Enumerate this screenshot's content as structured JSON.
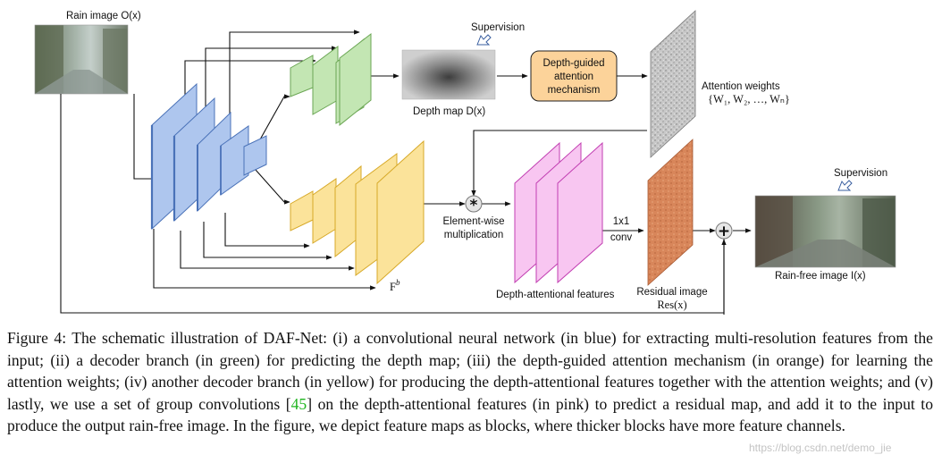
{
  "diagram": {
    "rain_image_label": "Rain image O(x)",
    "supervision_label_top": "Supervision",
    "depth_map_label": "Depth map D(x)",
    "attention_mechanism_lines": [
      "Depth-guided",
      "attention",
      "mechanism"
    ],
    "attention_weights_lines": [
      "Attention weights",
      "{W₁, W₂, …, Wₙ}"
    ],
    "element_wise_lines": [
      "Element-wise",
      "multiplication"
    ],
    "depth_attentional_label": "Depth-attentional features",
    "conv_lines": [
      "1x1",
      "conv"
    ],
    "residual_lines": [
      "Residual image",
      "Res(x)"
    ],
    "fb_label": "F",
    "fb_superscript": "b",
    "supervision_label_right": "Supervision",
    "rain_free_label": "Rain-free image I(x)",
    "multiply_symbol": "*",
    "plus_symbol": "+",
    "colors": {
      "encoder": "#aec6ee",
      "depth_decoder": "#c3e6b3",
      "feature_decoder": "#fbe39a",
      "attention": "#fcd39a",
      "depth_attentional": "#f8c6f1",
      "residual": "#d8865a"
    }
  },
  "caption": {
    "text_before_cite": "Figure 4: The schematic illustration of DAF-Net: (i) a convolutional neural network (in blue) for extracting multi-resolution features from the input; (ii) a decoder branch (in green) for predicting the depth map; (iii) the depth-guided attention mechanism (in orange) for learning the attention weights; (iv) another decoder branch (in yellow) for producing the depth-attentional features together with the attention weights; and (v) lastly, we use a set of group convolutions [",
    "cite": "45",
    "text_after_cite": "] on the depth-attentional features (in pink) to predict a residual map, and add it to the input to produce the output rain-free image. In the figure, we depict feature maps as blocks, where thicker blocks have more feature channels."
  },
  "watermark": "https://blog.csdn.net/demo_jie"
}
